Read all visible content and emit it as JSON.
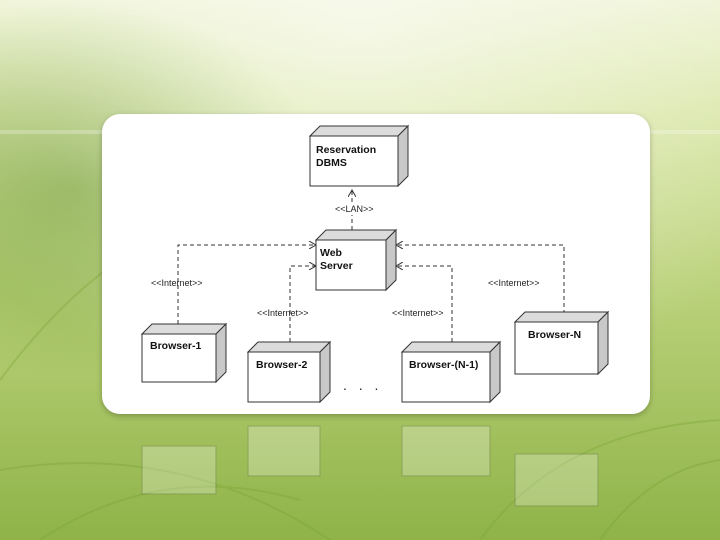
{
  "diagram": {
    "nodes": {
      "dbms": {
        "line1": "Reservation",
        "line2": "DBMS"
      },
      "web": {
        "line1": "Web",
        "line2": "Server"
      },
      "b1": "Browser-1",
      "b2": "Browser-2",
      "bn1": "Browser-(N-1)",
      "bn": "Browser-N"
    },
    "labels": {
      "lan": "<<LAN>>",
      "internet_b1": "<<Internet>>",
      "internet_b2": "<<Internet>>",
      "internet_bn1": "<<Internet>>",
      "internet_bn": "<<Internet>>"
    },
    "ellipsis": ". . ."
  },
  "colors": {
    "bg_light": "#e6f0c0",
    "bg_mid": "#b7d170",
    "bg_dark": "#6f9a2a",
    "node_fill": "#ffffff",
    "node_side": "#c8c8c8",
    "node_top": "#dcdcdc",
    "line": "#333333"
  }
}
